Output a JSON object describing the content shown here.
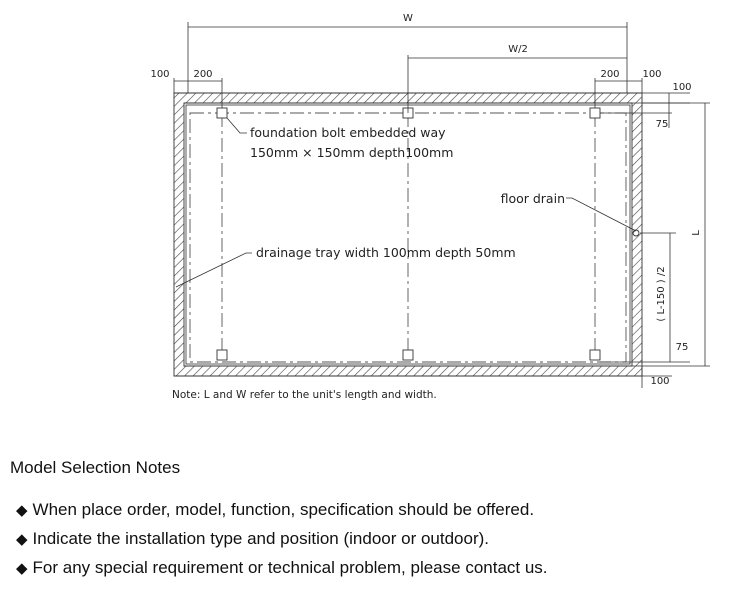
{
  "drawing": {
    "dimensions": {
      "width": "W",
      "half_width": "W/2",
      "left_offset": "100",
      "left_bolt_offset": "200",
      "right_bolt_offset": "200",
      "right_offset": "100",
      "top_right_offset": "100",
      "top_bolt_offset": "75",
      "length": "L",
      "drain_offset": "( L-150 ) /2",
      "bottom_bolt_offset": "75",
      "bottom_offset": "100"
    },
    "labels": {
      "bolt_line1": "foundation bolt embedded way",
      "bolt_line2": "150mm × 150mm depth100mm",
      "floor_drain": "floor drain",
      "drainage_tray": "drainage tray width 100mm depth 50mm"
    },
    "note": "Note: L and W refer to the unit's length and width."
  },
  "selection_notes": {
    "title": "Model Selection Notes",
    "bullet": "◆",
    "items": [
      "When place order, model, function, specification should be offered.",
      "Indicate the installation type and position (indoor or outdoor).",
      "For any special requirement or technical problem, please contact us."
    ]
  }
}
